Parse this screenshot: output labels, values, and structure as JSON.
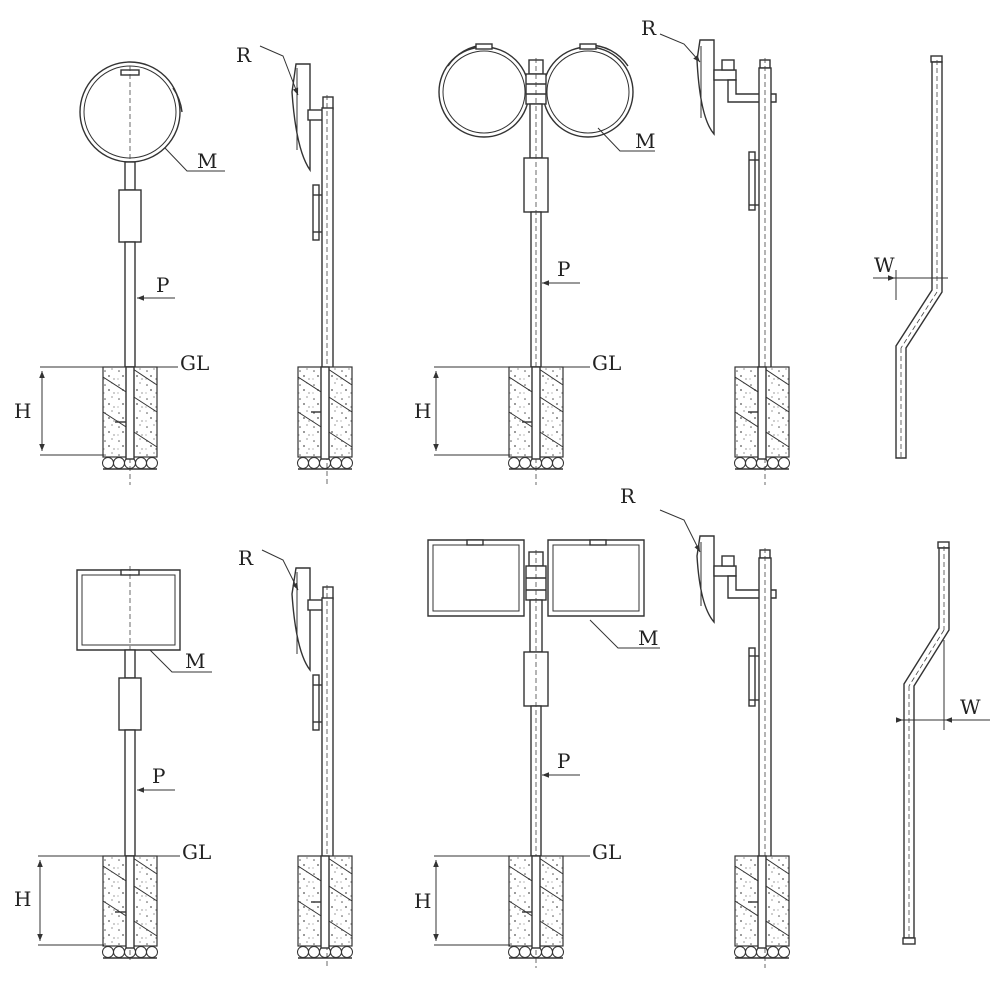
{
  "labels": {
    "reflector": "R",
    "mirror": "M",
    "pole": "P",
    "ground_level": "GL",
    "height": "H",
    "offset_width": "W"
  },
  "colors": {
    "line": "#333333",
    "background": "#ffffff"
  }
}
